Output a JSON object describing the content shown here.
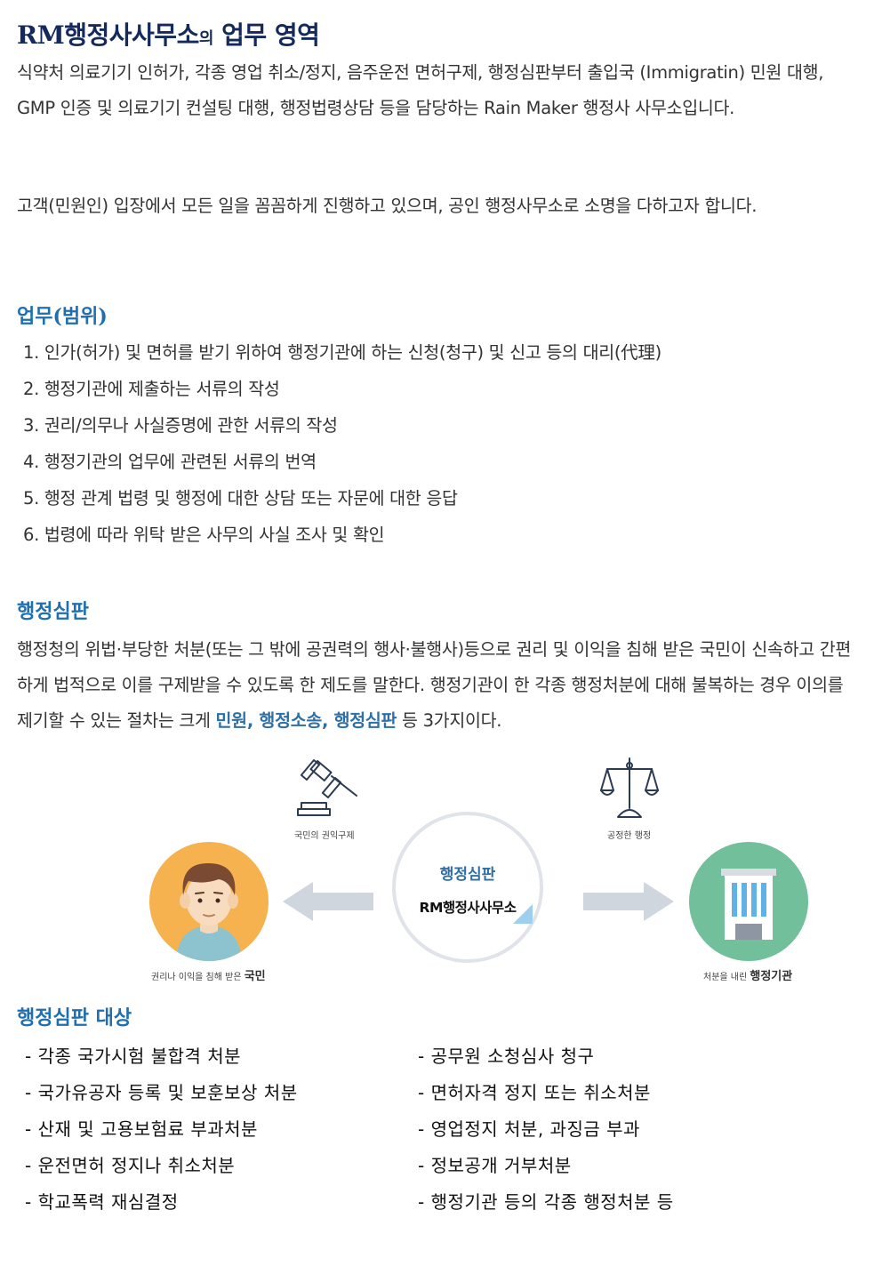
{
  "header": {
    "title_main": "RM행정사사무소",
    "title_sub": "의",
    "title_rest": " 업무 영역"
  },
  "intro": {
    "para1": "식약처 의료기기 인허가, 각종 영업 취소/정지, 음주운전 면허구제, 행정심판부터 출입국 (Immigratin) 민원 대행, GMP 인증 및 의료기기 컨설팅 대행, 행정법령상담 등을 담당하는 Rain Maker 행정사 사무소입니다.",
    "para2": "고객(민원인) 입장에서 모든 일을 꼼꼼하게 진행하고 있으며, 공인 행정사무소로 소명을 다하고자 합니다."
  },
  "scope": {
    "heading": "업무(범위)",
    "items": [
      "1. 인가(허가) 및 면허를 받기 위하여 행정기관에 하는 신청(청구) 및 신고 등의 대리(代理)",
      "2. 행정기관에 제출하는 서류의 작성",
      "3. 권리/의무나 사실증명에 관한 서류의 작성",
      "4. 행정기관의 업무에 관련된 서류의 번역",
      "5. 행정 관계 법령 및 행정에 대한 상담 또는 자문에 대한 응답",
      "6. 법령에 따라 위탁 받은 사무의 사실 조사 및 확인"
    ]
  },
  "trial": {
    "heading": "행정심판",
    "text_before": "행정청의 위법·부당한 처분(또는 그 밖에 공권력의 행사·불행사)등으로 권리 및 이익을 침해 받은 국민이 신속하고 간편하게 법적으로 이를 구제받을 수 있도록 한 제도를 말한다. 행정기관이 한 각종 행정처분에 대해 불복하는 경우 이의를 제기할 수 있는 절차는 크게 ",
    "highlight": "민원, 행정소송, 행정심판",
    "text_after": " 등 3가지이다."
  },
  "diagram": {
    "left_top_label": "국민의 권익구제",
    "right_top_label": "공정한 행정",
    "center_title": "행정심판",
    "center_office": "RM행정사사무소",
    "left_caption_small": "권리나 이익을 침해 받은 ",
    "left_caption_big": "국민",
    "right_caption_small": "처분을 내린 ",
    "right_caption_big": "행정기관",
    "icons": [
      "gavel-icon",
      "scales-icon",
      "person-icon",
      "building-icon",
      "arrow-left-icon",
      "arrow-right-icon"
    ],
    "colors": {
      "person_bg": "#f6b24e",
      "gov_bg": "#72bf9c",
      "accent": "#2e6fa6",
      "arrow": "#cfd6de"
    }
  },
  "targets": {
    "heading": "행정심판 대상",
    "left": [
      "- 각종 국가시험 불합격 처분",
      "- 국가유공자 등록 및 보훈보상 처분",
      "- 산재 및 고용보험료 부과처분",
      "- 운전면허 정지나 취소처분",
      "- 학교폭력 재심결정"
    ],
    "right": [
      "- 공무원 소청심사 청구",
      "- 면허자격 정지 또는 취소처분",
      "- 영업정지 처분, 과징금 부과",
      "- 정보공개 거부처분",
      "- 행정기관 등의 각종 행정처분 등"
    ]
  }
}
